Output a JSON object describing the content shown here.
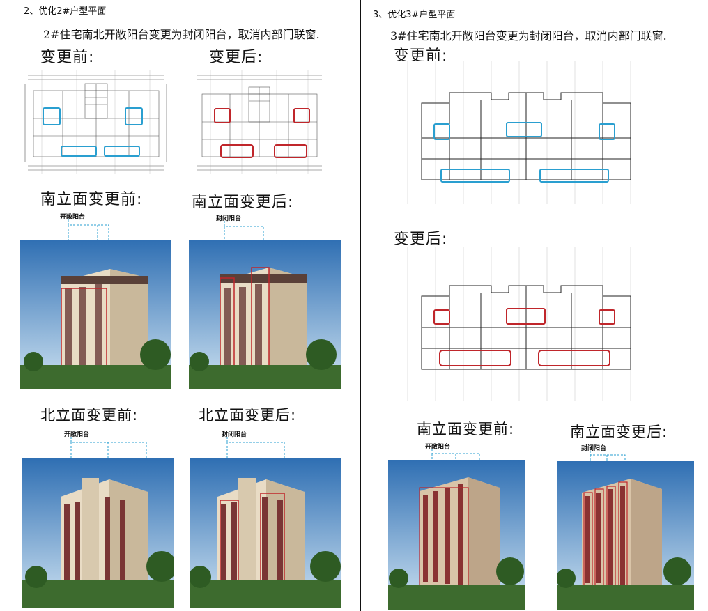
{
  "left": {
    "section_title": "2、优化2#户型平面",
    "note": "2#住宅南北开敞阳台变更为封闭阳台，取消内部门联窗.",
    "plan_before_label": "变更前:",
    "plan_after_label": "变更后:",
    "south_before_label": "南立面变更前:",
    "south_after_label": "南立面变更后:",
    "north_before_label": "北立面变更前:",
    "north_after_label": "北立面变更后:",
    "callout_open": "开敞阳台",
    "callout_closed": "封闭阳台"
  },
  "right": {
    "section_title": "3、优化3#户型平面",
    "note": "3#住宅南北开敞阳台变更为封闭阳台，取消内部门联窗.",
    "plan_before_label": "变更前:",
    "plan_after_label": "变更后:",
    "south_before_label": "南立面变更前:",
    "south_after_label": "南立面变更后:",
    "callout_open": "开敞阳台",
    "callout_closed": "封闭阳台"
  },
  "colors": {
    "highlight_before": "#2a9fd0",
    "highlight_after": "#c0262b",
    "sky_top": "#2f6fb3",
    "sky_bottom": "#cfe3f2"
  }
}
